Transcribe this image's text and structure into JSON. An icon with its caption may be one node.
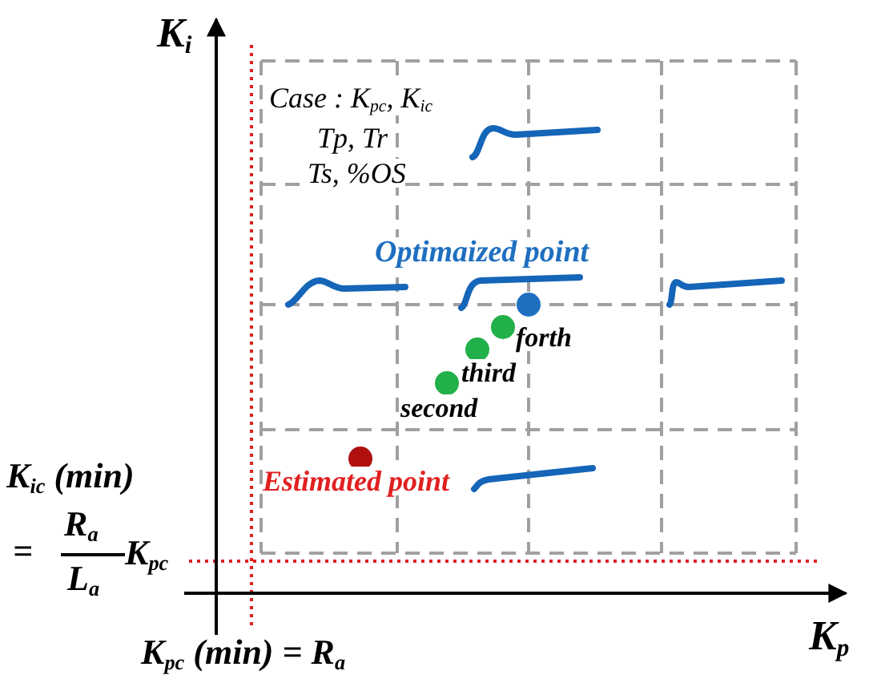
{
  "diagram": {
    "labels": [
      "K$_{i}$",
      "Case : K$_{pc}$, K$_{ic}$",
      "Tp, Tr",
      "Ts, %OS",
      "Optimaized point",
      "forth",
      "third",
      "second",
      "Estimated point",
      "K$_{ic}$ (min)",
      "=",
      "R$_{a}$",
      "L$_{a}$",
      "K$_{pc}$",
      "K$_{p}$",
      "K$_{pc}$ (min) = R$_{a}$"
    ]
  }
}
